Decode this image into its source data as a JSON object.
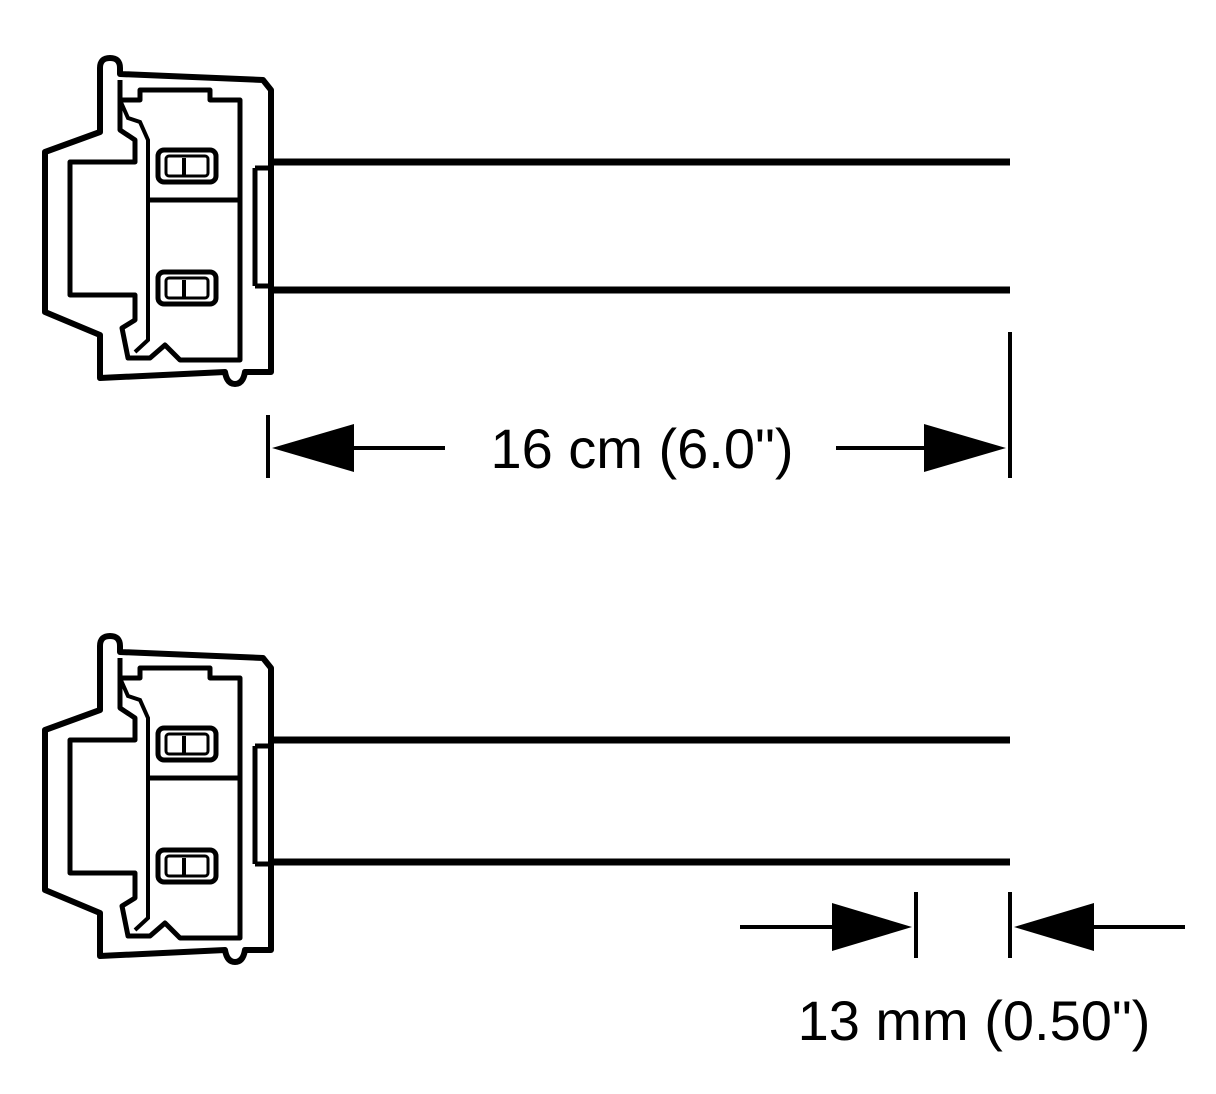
{
  "diagram": {
    "colors": {
      "line": "#000000",
      "background": "#ffffff"
    },
    "top_assembly": {
      "connector_icon": "two-terminal-connector-icon",
      "wire_count": 2,
      "dimension": {
        "value": 16,
        "unit": "cm",
        "label": "16 cm (6.0\")"
      }
    },
    "bottom_assembly": {
      "connector_icon": "two-terminal-connector-icon",
      "wire_count": 2,
      "dimension": {
        "value": 13,
        "unit": "mm",
        "label": "13 mm (0.50\")"
      }
    }
  }
}
